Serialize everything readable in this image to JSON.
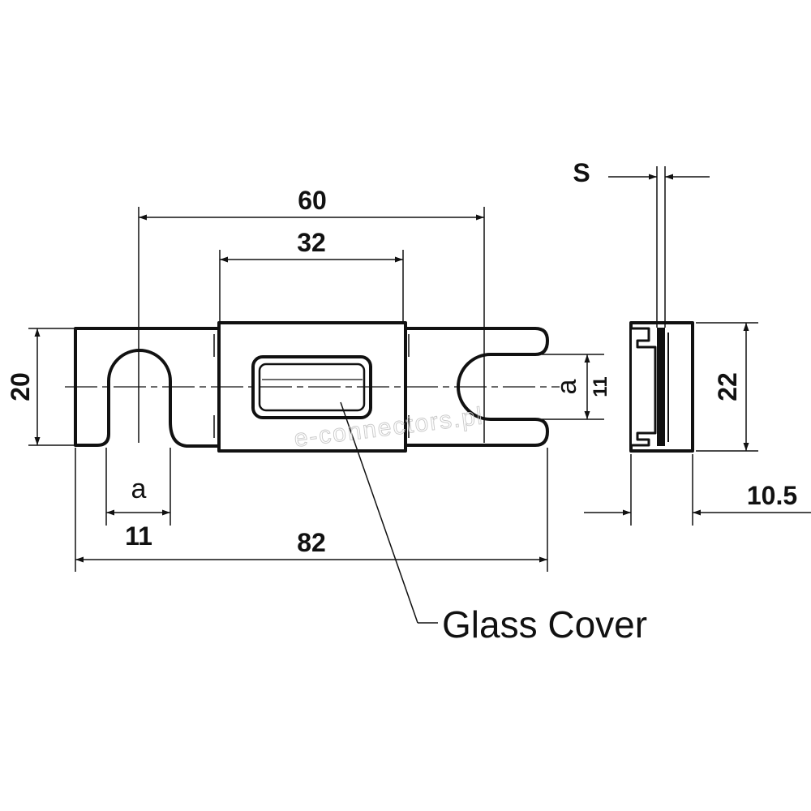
{
  "diagram": {
    "dimensions": {
      "overall_length": "82",
      "hole_spacing": "60",
      "body_length": "32",
      "width": "20",
      "slot_width_bottom": "11",
      "slot_width_right": "11",
      "slot_label_bottom": "a",
      "slot_label_right": "a",
      "side_height": "22",
      "side_thickness": "10.5",
      "blade_thickness": "S"
    },
    "callout": "Glass Cover",
    "watermark": "e-connectors.pl"
  }
}
